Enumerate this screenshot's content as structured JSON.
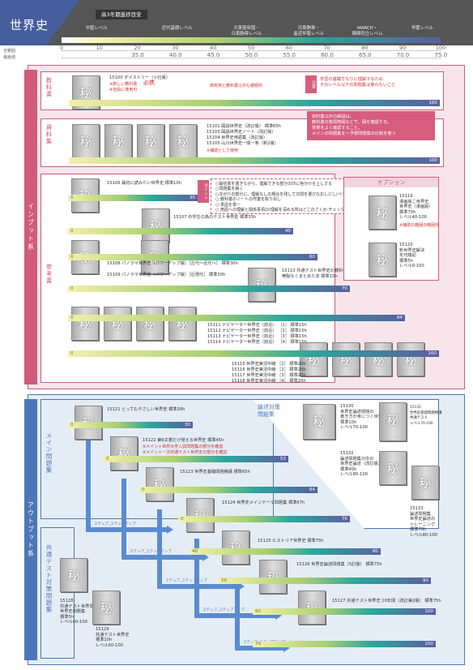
{
  "subject": "世界史",
  "header_tag": "高3冬期進捗目安",
  "levels": [
    "中堅レベル",
    "近代基礎レベル",
    "大東亜帝国・\n日東駒専レベル",
    "日東駒専・\n産近甲龍レベル",
    "MARCH・\n関関同立レベル",
    "早慶レベル"
  ],
  "axis": {
    "row1": "全範囲",
    "row2": "偏差値",
    "ticks": [
      "0",
      "10",
      "20",
      "30",
      "40",
      "50",
      "60",
      "70",
      "80",
      "90",
      "100"
    ],
    "devs": [
      "35.0",
      "40.0",
      "45.0",
      "50.0",
      "55.0",
      "60.0",
      "65.0",
      "70.0",
      "75.0"
    ]
  },
  "input_label": "インプット系",
  "output_label": "アウトプット系",
  "sections": {
    "kyoka": {
      "title": "教科書",
      "book": "秘",
      "item": "15100 ダイストリー（小社版）",
      "note": "※新しい教科書\n※自由に使用可",
      "must": "必携",
      "tag": "高校用と教科書以外も積極的",
      "bar_right": "100",
      "rb_tag": "注意",
      "rb_text": "学習の基礎でなりに理解するため、\nそのレベル以下の問題集は使わないこと"
    },
    "shiryo": {
      "title": "資料集",
      "items": [
        "15102 図説世界史（改訂版） 標準65h",
        "15103 図説世界史ノート（改訂版）",
        "15104 世界史用語集（改訂版）",
        "15105 山川世界史一問一答（新2版）"
      ],
      "note": "※補助として使用",
      "bar_right": "100",
      "pink": "資料集以外の解説は、\n教科書の巻頭地図などで、図を確認する。\n背景をよく確認すること。\nメインの問題集を〜予想問題集の比較を使う"
    },
    "sankou": {
      "title": "参考書",
      "i1": "15106 最初に読みたい世界史 標準10h",
      "i2": "15107 中学生の為のテスト世界史 標準35h",
      "i3": "15108 パノラマ世界史（パワーアップ版）［古代〜近代へ］ 標準30h",
      "i4": "15109 パノラマ世界史（パワーアップ版）［近現代］ 標準30h",
      "i5": "15110 共通テスト世界史の教科書\n無駄なくまとめた本 標準15h",
      "i6": [
        "15111 ナビゲーター世界史（前近） ［1］ 標準15h",
        "15112 ナビゲーター世界史（前近） ［2］ 標準15h",
        "15113 ナビゲーター世界史（前近） ［3］ 標準15h",
        "15114 ナビゲーター世界史（前近） ［4］ 標準15h"
      ],
      "i7": [
        "15115 世界史実況中継 ［1］ 標準20h",
        "15116 世界史実況中継 ［2］ 標準20h",
        "15117 世界史実況中継 ［3］ 標準20h",
        "15118 世界史実況中継 ［4］ 標準20h"
      ],
      "tip_tag": "ポイント",
      "tips": "○最初書を書きながら、理解できる部分の印に色分けを上しする\n○問題集を解く\n○次が介の部分に、理解なしの場合を残して次問を選びなおしにし(ページの所まで)\n○ 教科書のノートの作業を取り出し\n○ 単語を単一\n○ 用語への理解と関係事項の(理解を深める所はどこのさくか-チェック入れる)",
      "bars": [
        "30",
        "40",
        "60",
        "70",
        "84",
        "100"
      ]
    },
    "option": {
      "title": "オプション",
      "o1": "15119\n漫画版こ世界史\n世界史（漫画版）\n標準70h\nレベル40-100",
      "o1n": "※補助の範囲の範囲外",
      "o2": "15120\n新世界史解決\n年代暗記\n標準5h\nレベル0-100"
    },
    "main": {
      "title": "メイン問題集",
      "q": [
        "15121 とってもやさしい世界史 標準30h",
        "15122 第6文書だけ覚える世界史 標準45h",
        "15123 世界史基礎問題精講 標準65h",
        "15124 世界史メインテーマ問題集 標準67h",
        "15125 ヒストリア世界史 標準75h",
        "15126 世界史論述問題集（5訂版） 標準75h",
        "15127 共通テスト世界史 10年間（改訂第2版） 標準75h"
      ],
      "bars": [
        "30",
        "40",
        "53",
        "64",
        "76",
        "80",
        "90",
        "100",
        "100"
      ],
      "notes": [
        "※メイン＋世界大学入試問題集の部分を確認",
        "※メイン＋一次共通テスト世界史の部分を確認"
      ],
      "arrows": [
        "ステップ_ステップアップ",
        "ステップ_ステップアップ",
        "ステップ_ステップアップ",
        "ステップ_ステップアップ",
        "ステップ_ステップアップ"
      ],
      "sub": {
        "title": "論述対策\n問題集",
        "a": "15130\n世界史論述問題の\n書き方が身につく世界史\n標準10h\nレベル70-100",
        "b": "15131\n世界史基礎問題精講\n共通テスト\nレベル70-100",
        "c": "15132\n論述問題集の中の\n世界史論述（改訂版）\n標準40h\nレベル80-100",
        "d": "15133\n論述問題集\n世界史論述の\nトレーニング\n標準70h\nレベル80-100"
      }
    },
    "kyotsu": {
      "title": "共通テスト対策問題集",
      "a": "15128\n共通テスト世界史の\n世界史問題集\n標準5h\nレベル40-100",
      "b": "15129\n共通テスト世界史\n標準10h\nレベル60-100"
    }
  }
}
